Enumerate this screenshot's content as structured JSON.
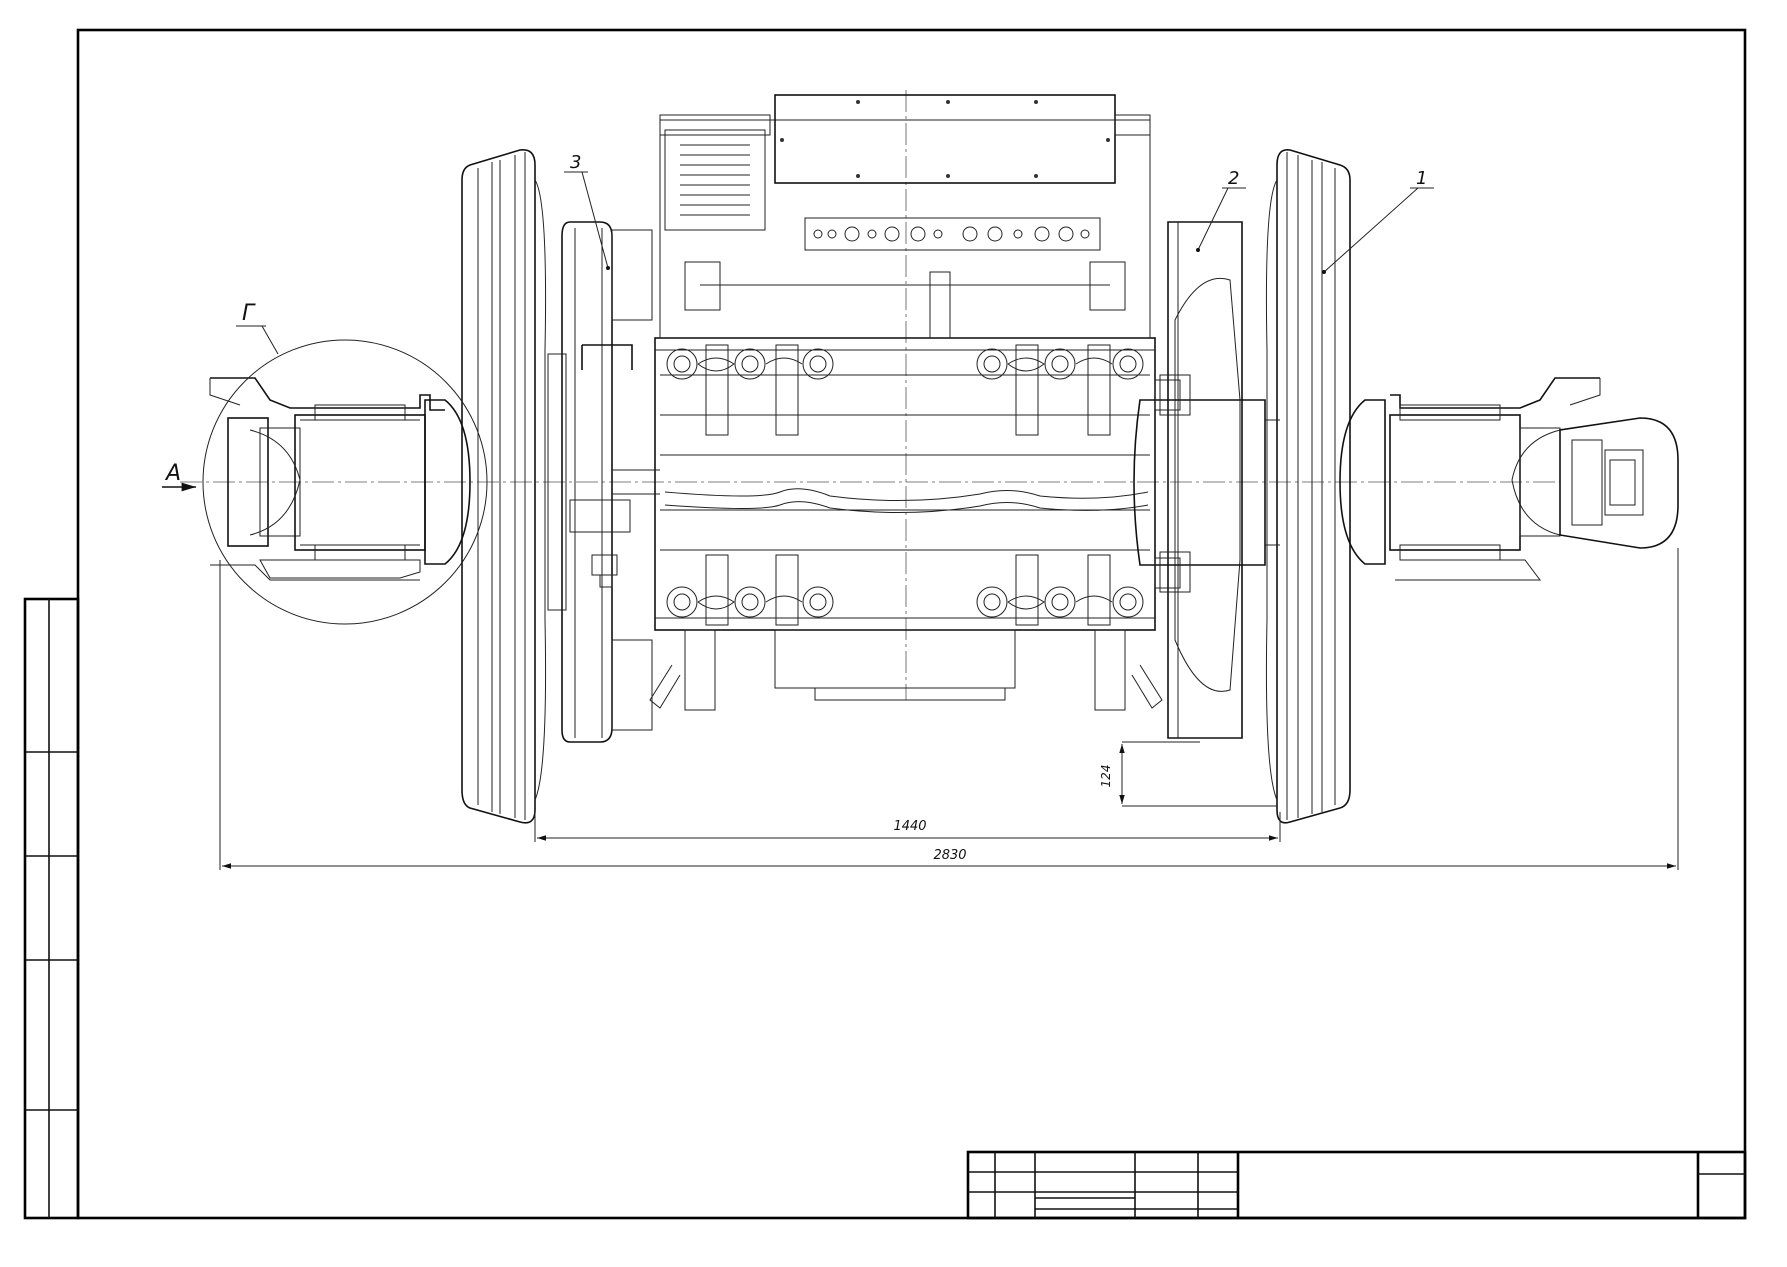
{
  "drawing": {
    "callouts": {
      "wheel": "1",
      "gear": "2",
      "drum": "3",
      "detail": "Г",
      "view": "А"
    },
    "dimensions": {
      "track": "1440",
      "overall": "2830",
      "clearance": "124"
    }
  },
  "colors": {
    "line": "#111111",
    "paper": "#ffffff",
    "thin": "#222222"
  }
}
